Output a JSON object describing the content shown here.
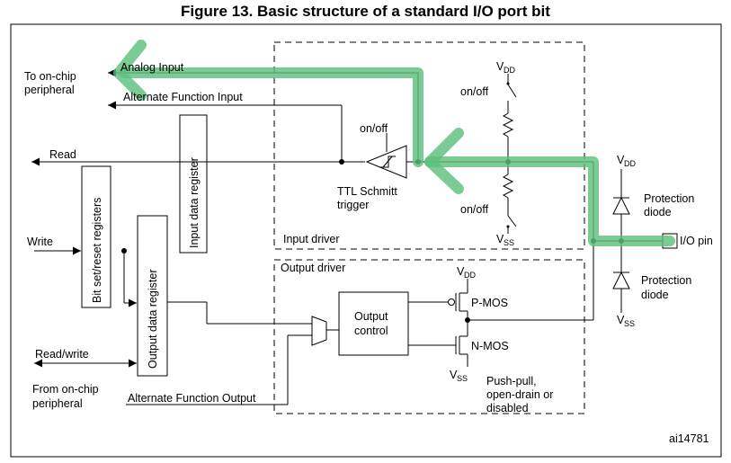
{
  "title": "Figure 13. Basic structure of a standard I/O port bit",
  "labels": {
    "to_peripheral_1": "To on-chip",
    "to_peripheral_2": "peripheral",
    "analog_input": "Analog Input",
    "alt_func_input": "Alternate Function Input",
    "read": "Read",
    "write": "Write",
    "read_write": "Read/write",
    "from_peripheral_1": "From on-chip",
    "from_peripheral_2": "peripheral",
    "alt_func_output": "Alternate Function Output",
    "input_data_register": "Input data register",
    "bit_set_reset_registers": "Bit set/reset registers",
    "output_data_register": "Output data register",
    "onoff_top": "on/off",
    "onoff_schmitt": "on/off",
    "onoff_bottom": "on/off",
    "ttl_1": "TTL Schmitt",
    "ttl_2": "trigger",
    "input_driver": "Input driver",
    "output_driver": "Output driver",
    "output_control_1": "Output",
    "output_control_2": "control",
    "pmos": "P-MOS",
    "nmos": "N-MOS",
    "pushpull_1": "Push-pull,",
    "pushpull_2": "open-drain or",
    "pushpull_3": "disabled",
    "protection_1a": "Protection",
    "protection_1b": "diode",
    "protection_2a": "Protection",
    "protection_2b": "diode",
    "io_pin": "I/O pin",
    "v_letter": "V",
    "dd": "DD",
    "ss": "SS",
    "ref": "ai14781"
  },
  "colors": {
    "highlight": "#5dbf7c",
    "ink": "#000000"
  }
}
